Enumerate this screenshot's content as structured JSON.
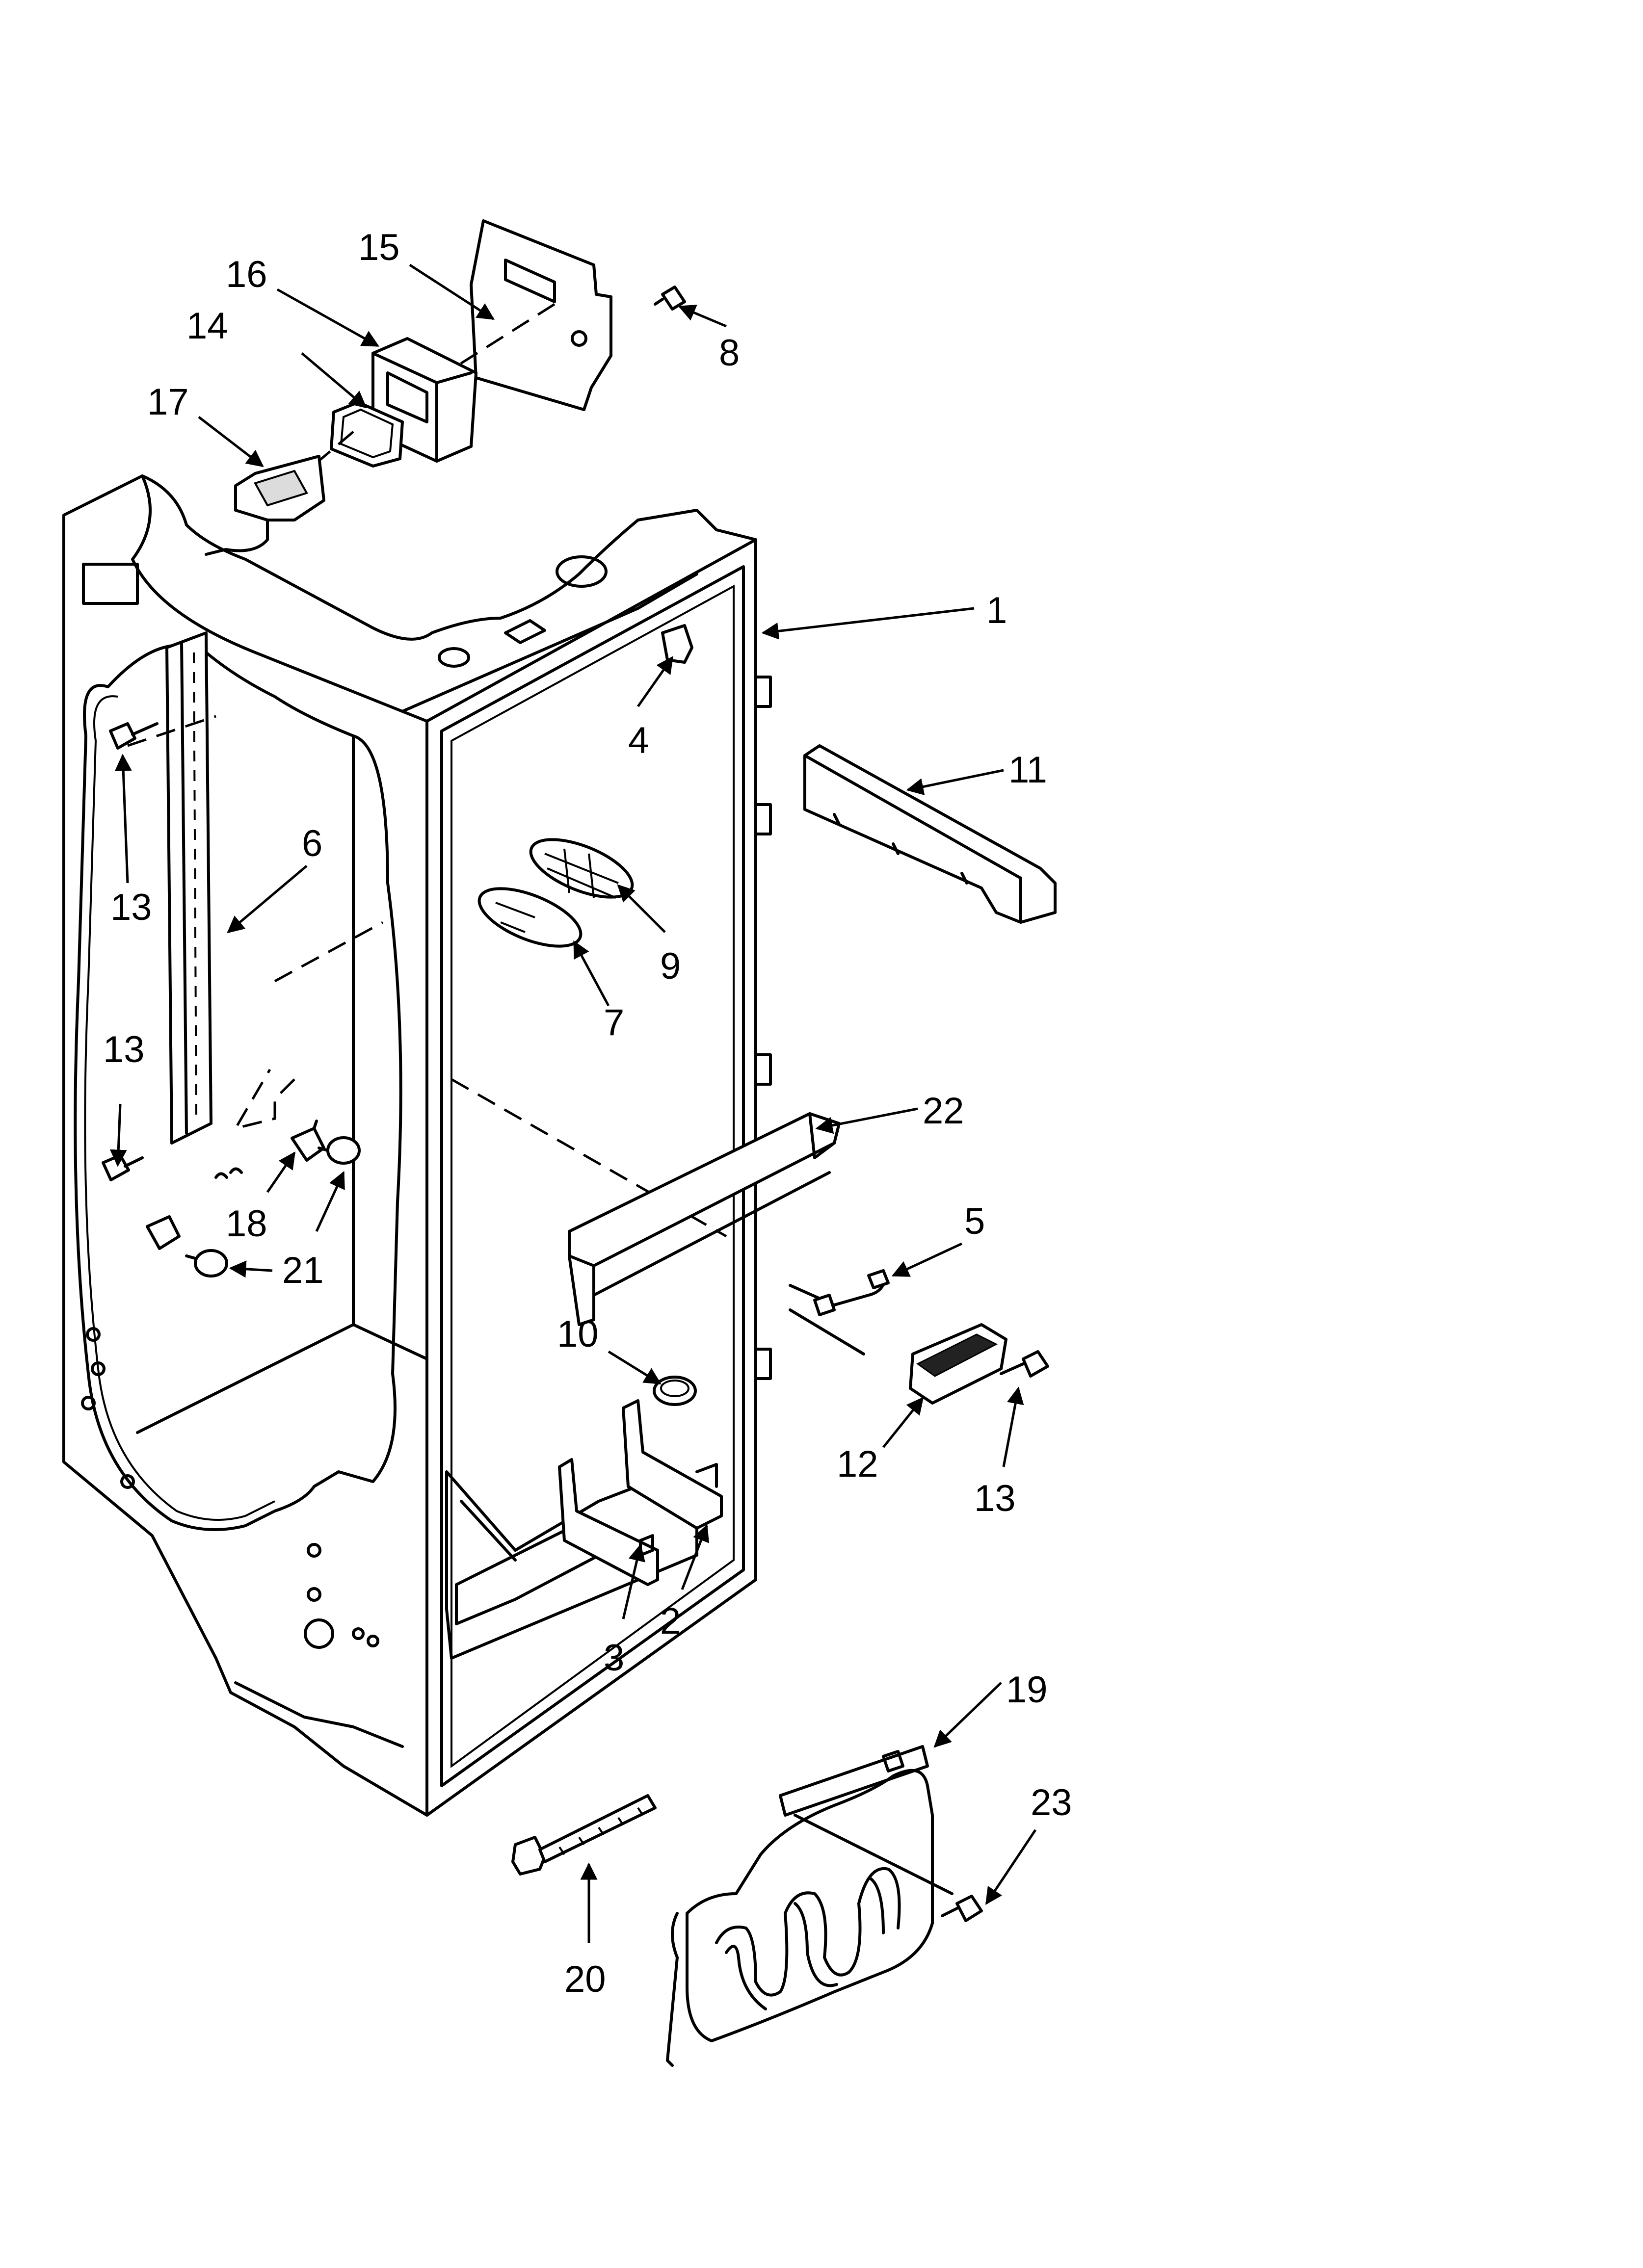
{
  "diagram": {
    "callouts": [
      {
        "id": "c1",
        "label": "1"
      },
      {
        "id": "c2",
        "label": "2"
      },
      {
        "id": "c3",
        "label": "3"
      },
      {
        "id": "c4",
        "label": "4"
      },
      {
        "id": "c5",
        "label": "5"
      },
      {
        "id": "c6",
        "label": "6"
      },
      {
        "id": "c7",
        "label": "7"
      },
      {
        "id": "c8",
        "label": "8"
      },
      {
        "id": "c9",
        "label": "9"
      },
      {
        "id": "c10",
        "label": "10"
      },
      {
        "id": "c11",
        "label": "11"
      },
      {
        "id": "c12",
        "label": "12"
      },
      {
        "id": "c13a",
        "label": "13"
      },
      {
        "id": "c13b",
        "label": "13"
      },
      {
        "id": "c13c",
        "label": "13"
      },
      {
        "id": "c14",
        "label": "14"
      },
      {
        "id": "c15",
        "label": "15"
      },
      {
        "id": "c16",
        "label": "16"
      },
      {
        "id": "c17",
        "label": "17"
      },
      {
        "id": "c18",
        "label": "18"
      },
      {
        "id": "c19",
        "label": "19"
      },
      {
        "id": "c20",
        "label": "20"
      },
      {
        "id": "c21",
        "label": "21"
      },
      {
        "id": "c22",
        "label": "22"
      },
      {
        "id": "c23",
        "label": "23"
      }
    ]
  }
}
